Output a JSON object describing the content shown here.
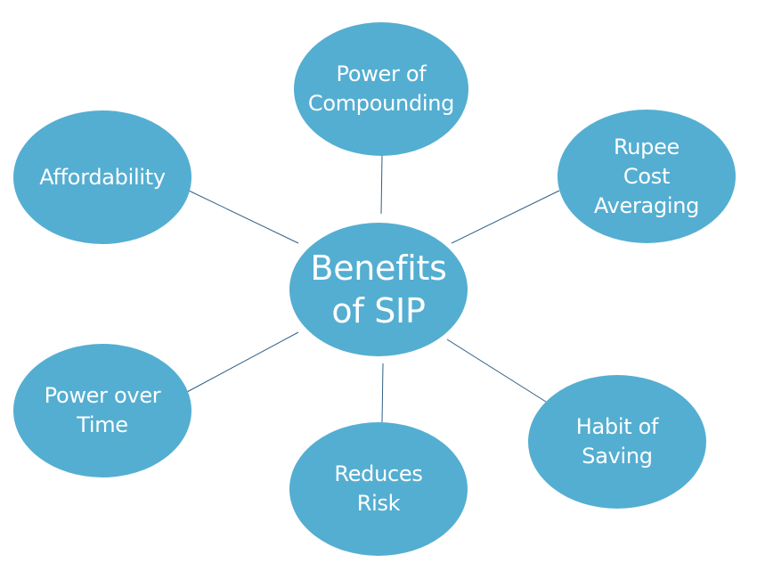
{
  "diagram": {
    "type": "mind-map",
    "center": {
      "label": "Benefits\n of SIP"
    },
    "nodes": [
      {
        "id": "compounding",
        "label": "Power of\nCompounding"
      },
      {
        "id": "rupee",
        "label": "Rupee\nCost\nAveraging"
      },
      {
        "id": "habit",
        "label": "Habit of\nSaving"
      },
      {
        "id": "risk",
        "label": "Reduces\nRisk"
      },
      {
        "id": "time",
        "label": "Power over\nTime"
      },
      {
        "id": "affordability",
        "label": "Affordability"
      }
    ],
    "colors": {
      "node_fill": "#54AED1",
      "text": "#FFFFFF",
      "connector": "#2F5F85"
    }
  }
}
